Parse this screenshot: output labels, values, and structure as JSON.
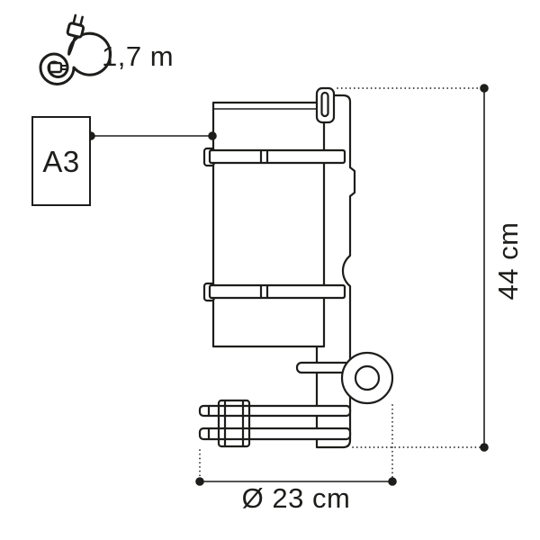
{
  "page": {
    "background": "#ffffff",
    "line_color": "#1d1d1b"
  },
  "icons": {
    "cable": "coiled-cable-plug-icon"
  },
  "labels": {
    "cable_length": "1,7 m",
    "size_class": "A3",
    "height": "44 cm",
    "diameter": "Ø 23 cm"
  }
}
